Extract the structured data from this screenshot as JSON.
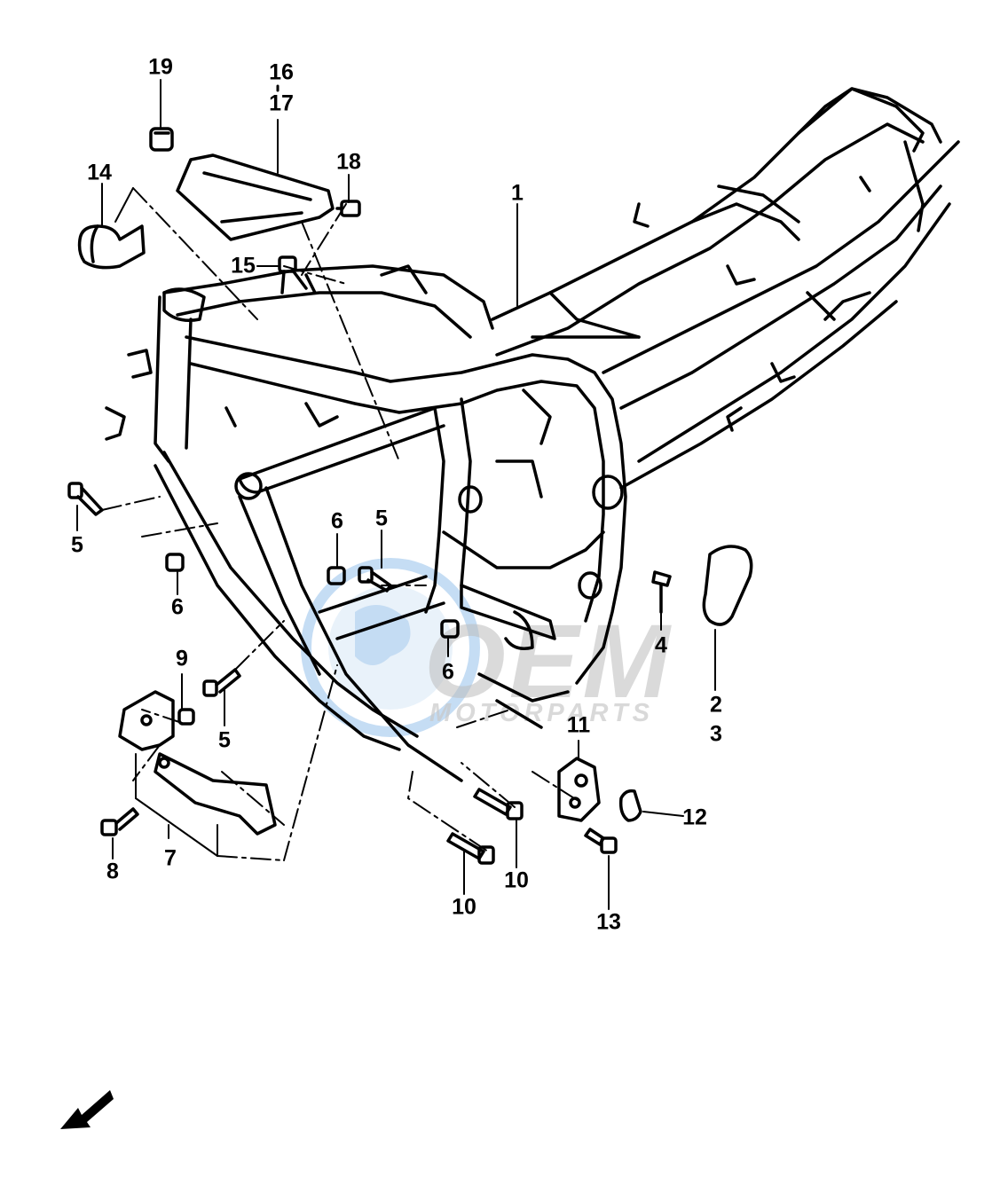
{
  "diagram": {
    "callouts": {
      "c1": "1",
      "c2": "2",
      "c3": "3",
      "c4": "4",
      "c5a": "5",
      "c5b": "5",
      "c5c": "5",
      "c6a": "6",
      "c6b": "6",
      "c6c": "6",
      "c7": "7",
      "c8": "8",
      "c9": "9",
      "c10a": "10",
      "c10b": "10",
      "c11": "11",
      "c12": "12",
      "c13": "13",
      "c14": "14",
      "c15": "15",
      "c16": "16",
      "c17": "17",
      "c18": "18",
      "c19": "19"
    },
    "watermark": {
      "logo_text": "OEM",
      "sub_text": "MOTORPARTS"
    },
    "colors": {
      "line": "#000000",
      "watermark_blue": "#8ab8e6",
      "watermark_gray": "#bdbdbd"
    },
    "icons": [
      "front-direction-arrow-icon",
      "oem-globe-watermark-icon"
    ]
  }
}
